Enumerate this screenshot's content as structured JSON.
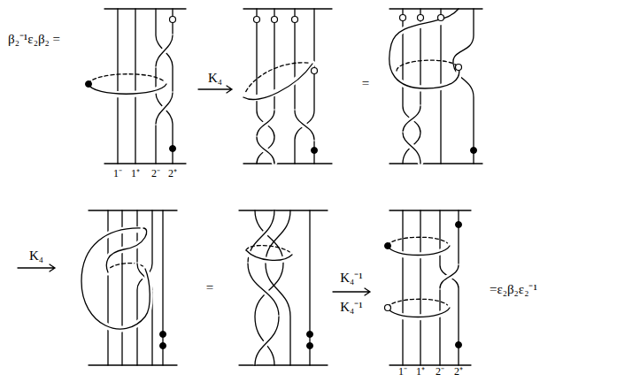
{
  "diagram": {
    "labels": [
      "β₂⁻¹ε₂β₂ =",
      "K₄",
      "=",
      "1⁻",
      "1⁺",
      "2⁻",
      "2⁺",
      "K₄",
      "=",
      "K₄⁻¹",
      "K₄⁻¹",
      "=ε₂β₂ε₂⁻¹",
      "1⁻",
      "1⁺",
      "2⁻",
      "2⁺"
    ]
  }
}
